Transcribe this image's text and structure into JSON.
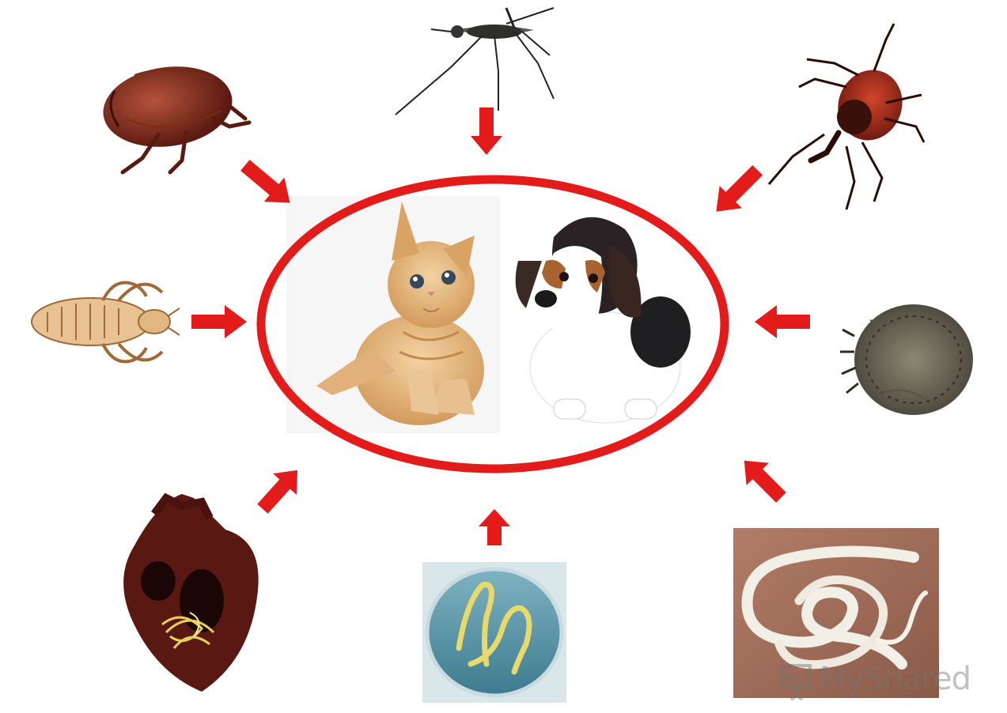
{
  "scene": {
    "description_type": "parasites-of-pets",
    "center": {
      "animals": [
        "kitten",
        "puppy"
      ],
      "ring_color": "#e31b1b"
    },
    "parasites": [
      "flea",
      "mosquito",
      "tick",
      "louse",
      "mite",
      "heartworm",
      "roundworm",
      "tapeworm"
    ],
    "arrow_color": "#e31b1b"
  },
  "watermark": {
    "text": "MyShared",
    "icon": "presentation-board-icon"
  }
}
